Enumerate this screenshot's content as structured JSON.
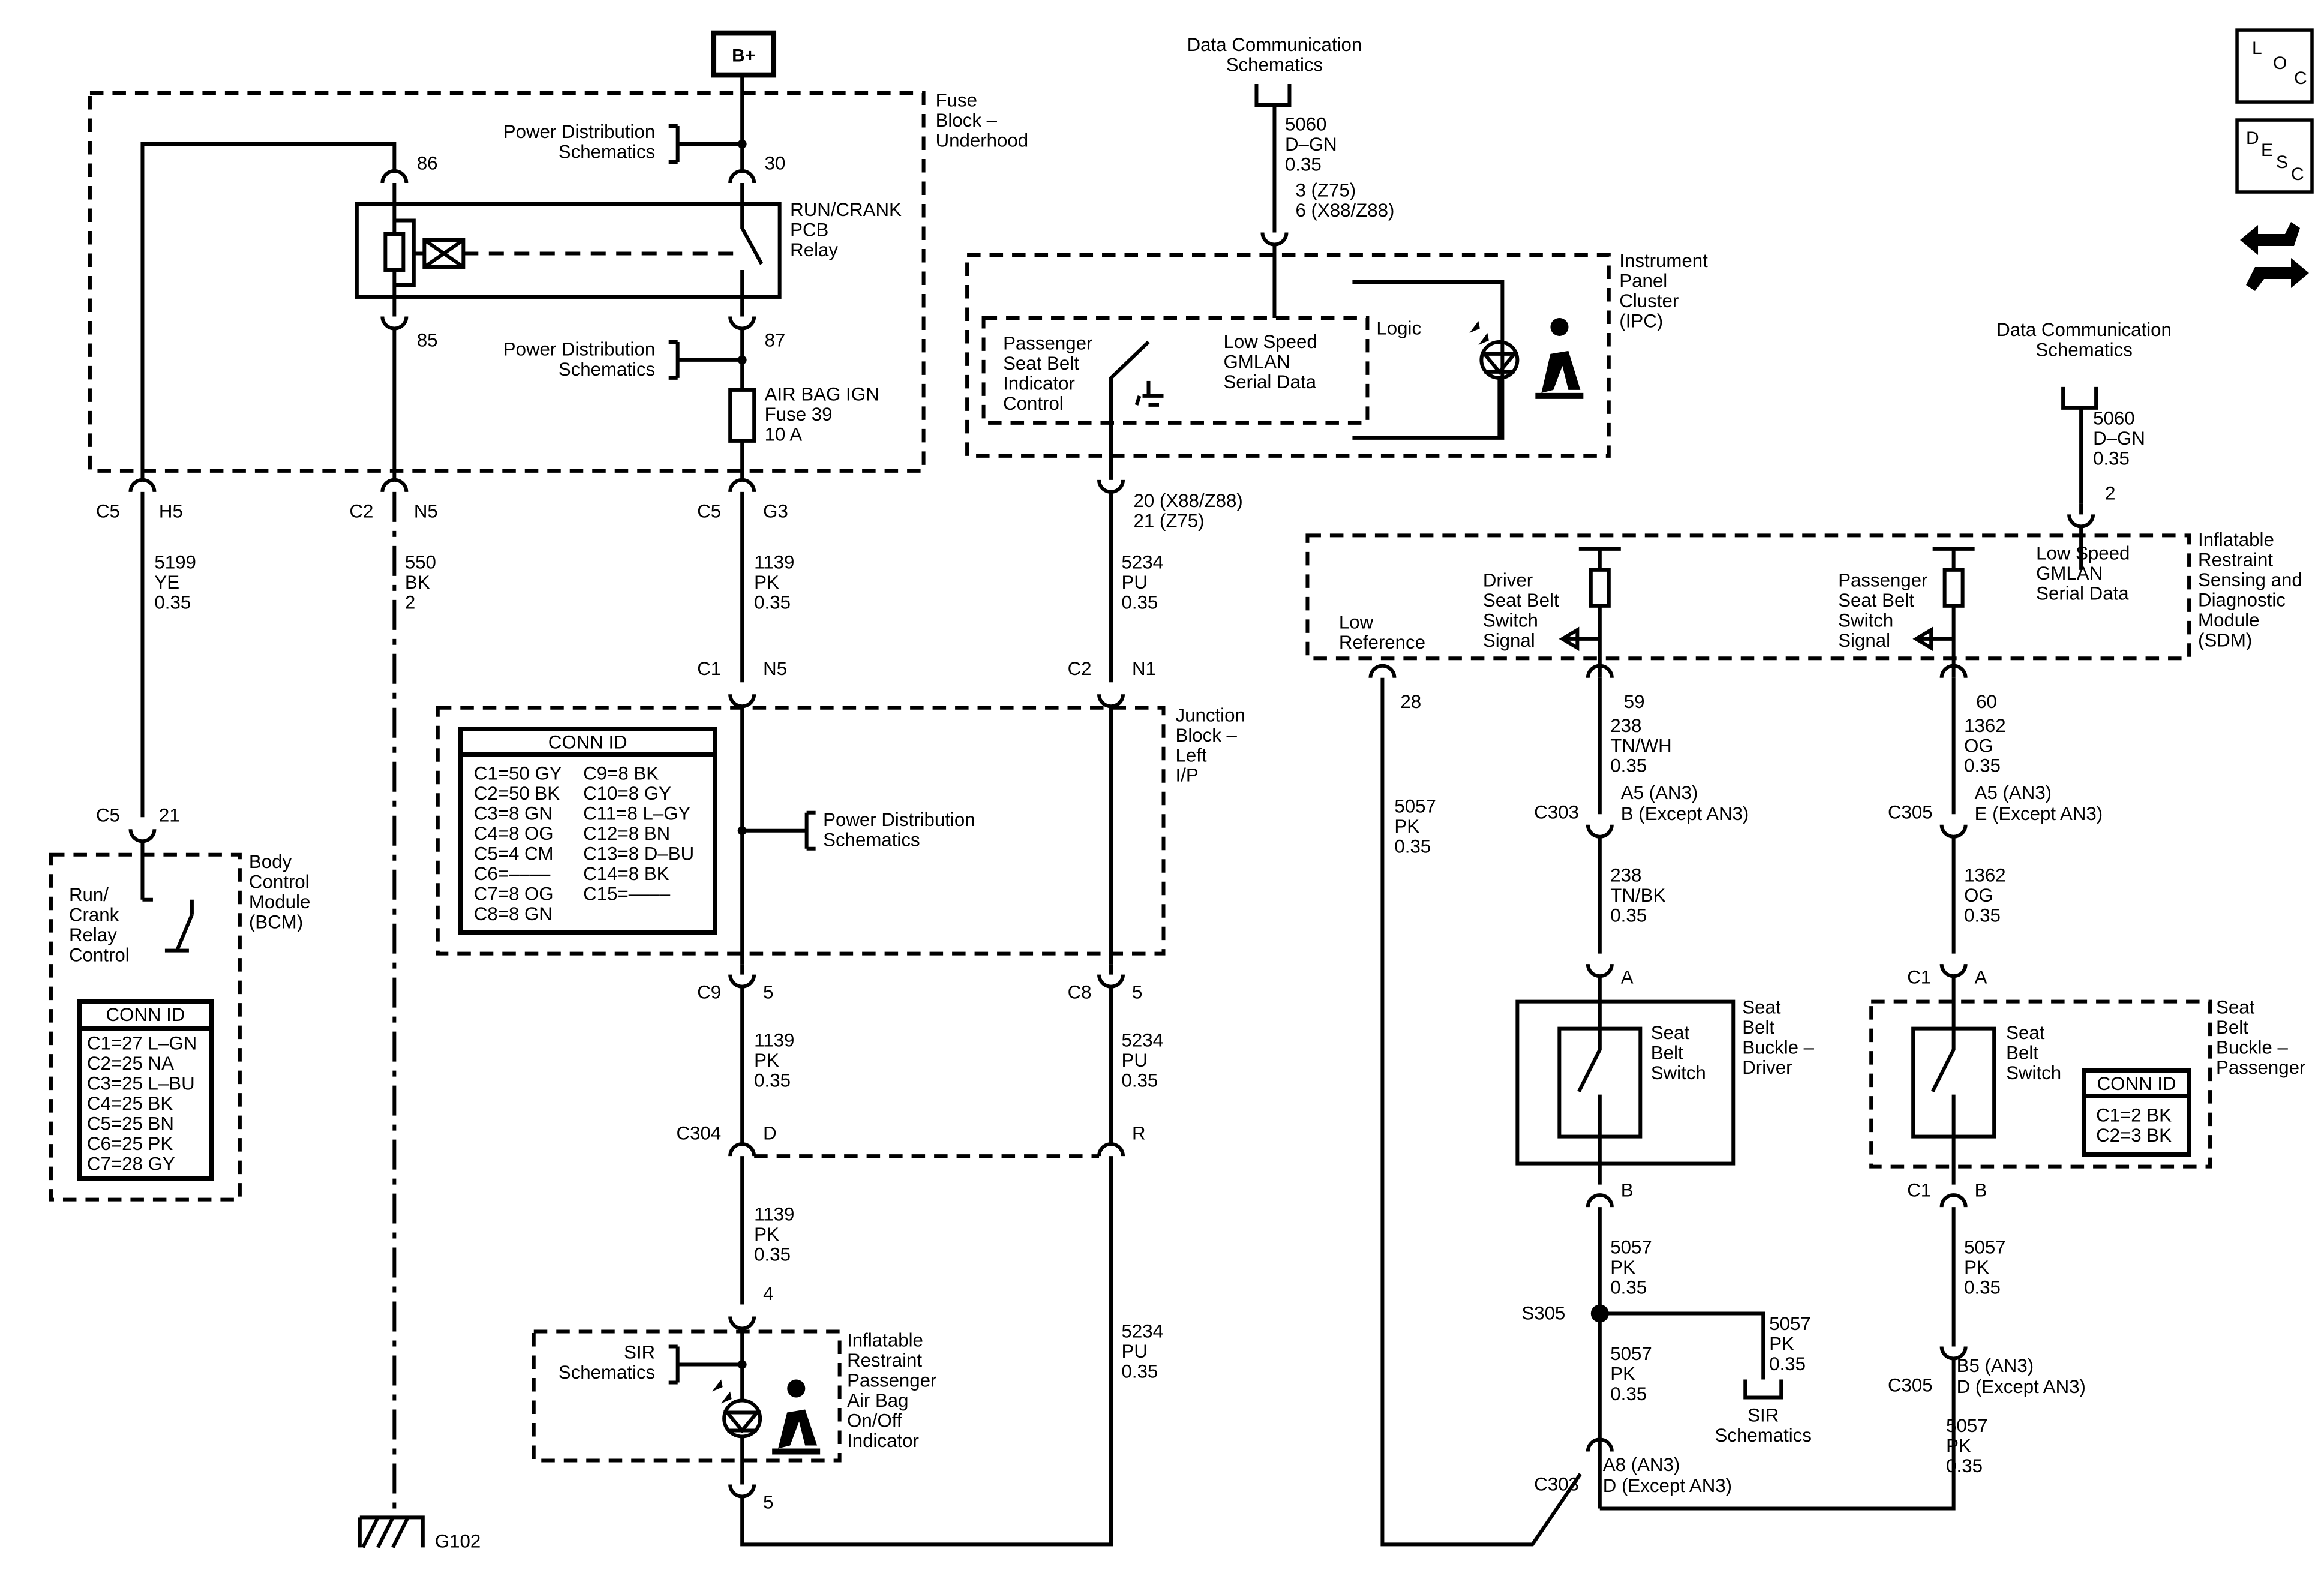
{
  "sources": {
    "bplus": "B+",
    "fuse_block": [
      "Fuse",
      "Block –",
      "Underhood"
    ],
    "pwr_dist_1": [
      "Power Distribution",
      "Schematics"
    ],
    "pwr_dist_2": [
      "Power Distribution",
      "Schematics"
    ],
    "pwr_dist_3": [
      "Power Distribution",
      "Schematics"
    ],
    "data_comm_1": [
      "Data Communication",
      "Schematics"
    ],
    "data_comm_2": [
      "Data Communication",
      "Schematics"
    ],
    "sir_1": [
      "SIR",
      "Schematics"
    ],
    "sir_2": [
      "SIR",
      "Schematics"
    ]
  },
  "relay": {
    "name": [
      "RUN/CRANK",
      "PCB",
      "Relay"
    ],
    "pin_86": "86",
    "pin_85": "85",
    "pin_30": "30",
    "pin_87": "87"
  },
  "fuse": [
    "AIR BAG IGN",
    "Fuse 39",
    "10 A"
  ],
  "ipc": {
    "name": [
      "Instrument",
      "Panel",
      "Cluster",
      "(IPC)"
    ],
    "psbi": [
      "Passenger",
      "Seat Belt",
      "Indicator",
      "Control"
    ],
    "gmlan": [
      "Low Speed",
      "GMLAN",
      "Serial Data"
    ],
    "logic": "Logic",
    "pin_in": [
      "3 (Z75)",
      "6 (X88/Z88)"
    ],
    "pin_out": [
      "20 (X88/Z88)",
      "21 (Z75)"
    ]
  },
  "sdm": {
    "name": [
      "Inflatable",
      "Restraint",
      "Sensing and",
      "Diagnostic",
      "Module",
      "(SDM)"
    ],
    "gmlan": [
      "Low Speed",
      "GMLAN",
      "Serial Data"
    ],
    "driver_sig": [
      "Driver",
      "Seat Belt",
      "Switch",
      "Signal"
    ],
    "pass_sig": [
      "Passenger",
      "Seat Belt",
      "Switch",
      "Signal"
    ],
    "low_ref": [
      "Low",
      "Reference"
    ],
    "pin_28": "28",
    "pin_59": "59",
    "pin_60": "60",
    "pin_2": "2"
  },
  "bcm": {
    "name": [
      "Body",
      "Control",
      "Module",
      "(BCM)"
    ],
    "relay_ctrl": [
      "Run/",
      "Crank",
      "Relay",
      "Control"
    ],
    "conn_title": "CONN ID",
    "conn": [
      "C1=27 L–GN",
      "C2=25 NA",
      "C3=25 L–BU",
      "C4=25 BK",
      "C5=25 BN",
      "C6=25 PK",
      "C7=28 GY"
    ],
    "pin": [
      "C5",
      "21"
    ]
  },
  "junction": {
    "name": [
      "Junction",
      "Block –",
      "Left",
      "I/P"
    ],
    "conn_title": "CONN ID",
    "conn_left": [
      "C1=50 GY",
      "C2=50 BK",
      "C3=8 GN",
      "C4=8 OG",
      "C5=4 CM",
      "C6=––––",
      "C7=8 OG",
      "C8=8 GN"
    ],
    "conn_right": [
      "C9=8 BK",
      "C10=8 GY",
      "C11=8 L–GY",
      "C12=8 BN",
      "C13=8 D–BU",
      "C14=8 BK",
      "C15=––––"
    ]
  },
  "airbag_ind": {
    "name": [
      "Inflatable",
      "Restraint",
      "Passenger",
      "Air Bag",
      "On/Off",
      "Indicator"
    ],
    "pin_4": "4",
    "pin_5": "5"
  },
  "buckle_driver": {
    "name": [
      "Seat",
      "Belt",
      "Buckle –",
      "Driver"
    ],
    "switch": [
      "Seat",
      "Belt",
      "Switch"
    ],
    "pin_a": "A",
    "pin_b": "B"
  },
  "buckle_pass": {
    "name": [
      "Seat",
      "Belt",
      "Buckle –",
      "Passenger"
    ],
    "switch": [
      "Seat",
      "Belt",
      "Switch"
    ],
    "conn_title": "CONN ID",
    "conn": [
      "C1=2 BK",
      "C2=3 BK"
    ],
    "c1_top": "C1",
    "pin_a": "A",
    "c1_bot": "C1",
    "pin_b": "B"
  },
  "connectors": {
    "c5_h5": [
      "C5",
      "H5"
    ],
    "c2_n5": [
      "C2",
      "N5"
    ],
    "c5_g3": [
      "C5",
      "G3"
    ],
    "c1_n5": [
      "C1",
      "N5"
    ],
    "c2_n1": [
      "C2",
      "N1"
    ],
    "c9_5": [
      "C9",
      "5"
    ],
    "c8_5": [
      "C8",
      "5"
    ],
    "c304": [
      "C304",
      "D"
    ],
    "r": "R",
    "c303_top": [
      "C303",
      "A5 (AN3)",
      "B (Except AN3)"
    ],
    "c305_top": [
      "C305",
      "A5 (AN3)",
      "E (Except AN3)"
    ],
    "c303_bot": [
      "C303",
      "A8 (AN3)",
      "D (Except AN3)"
    ],
    "c305_bot": [
      "C305",
      "B5 (AN3)",
      "D (Except AN3)"
    ],
    "s305": "S305"
  },
  "wires": {
    "w5199": [
      "5199",
      "YE",
      "0.35"
    ],
    "w550": [
      "550",
      "BK",
      "2"
    ],
    "w1139a": [
      "1139",
      "PK",
      "0.35"
    ],
    "w1139b": [
      "1139",
      "PK",
      "0.35"
    ],
    "w1139c": [
      "1139",
      "PK",
      "0.35"
    ],
    "w5234a": [
      "5234",
      "PU",
      "0.35"
    ],
    "w5234b": [
      "5234",
      "PU",
      "0.35"
    ],
    "w5234c": [
      "5234",
      "PU",
      "0.35"
    ],
    "w5060a": [
      "5060",
      "D–GN",
      "0.35"
    ],
    "w5060b": [
      "5060",
      "D–GN",
      "0.35"
    ],
    "w5057a": [
      "5057",
      "PK",
      "0.35"
    ],
    "w5057b": [
      "5057",
      "PK",
      "0.35"
    ],
    "w5057c": [
      "5057",
      "PK",
      "0.35"
    ],
    "w5057d": [
      "5057",
      "PK",
      "0.35"
    ],
    "w5057e": [
      "5057",
      "PK",
      "0.35"
    ],
    "w5057f": [
      "5057",
      "PK",
      "0.35"
    ],
    "w238a": [
      "238",
      "TN/WH",
      "0.35"
    ],
    "w238b": [
      "238",
      "TN/BK",
      "0.35"
    ],
    "w1362a": [
      "1362",
      "OG",
      "0.35"
    ],
    "w1362b": [
      "1362",
      "OG",
      "0.35"
    ]
  },
  "ground": "G102",
  "icons": {
    "loc": [
      "L",
      "O",
      "C"
    ],
    "desc": [
      "D",
      "E",
      "S",
      "C"
    ],
    "nav": "exchange-arrows-hand-icon"
  }
}
